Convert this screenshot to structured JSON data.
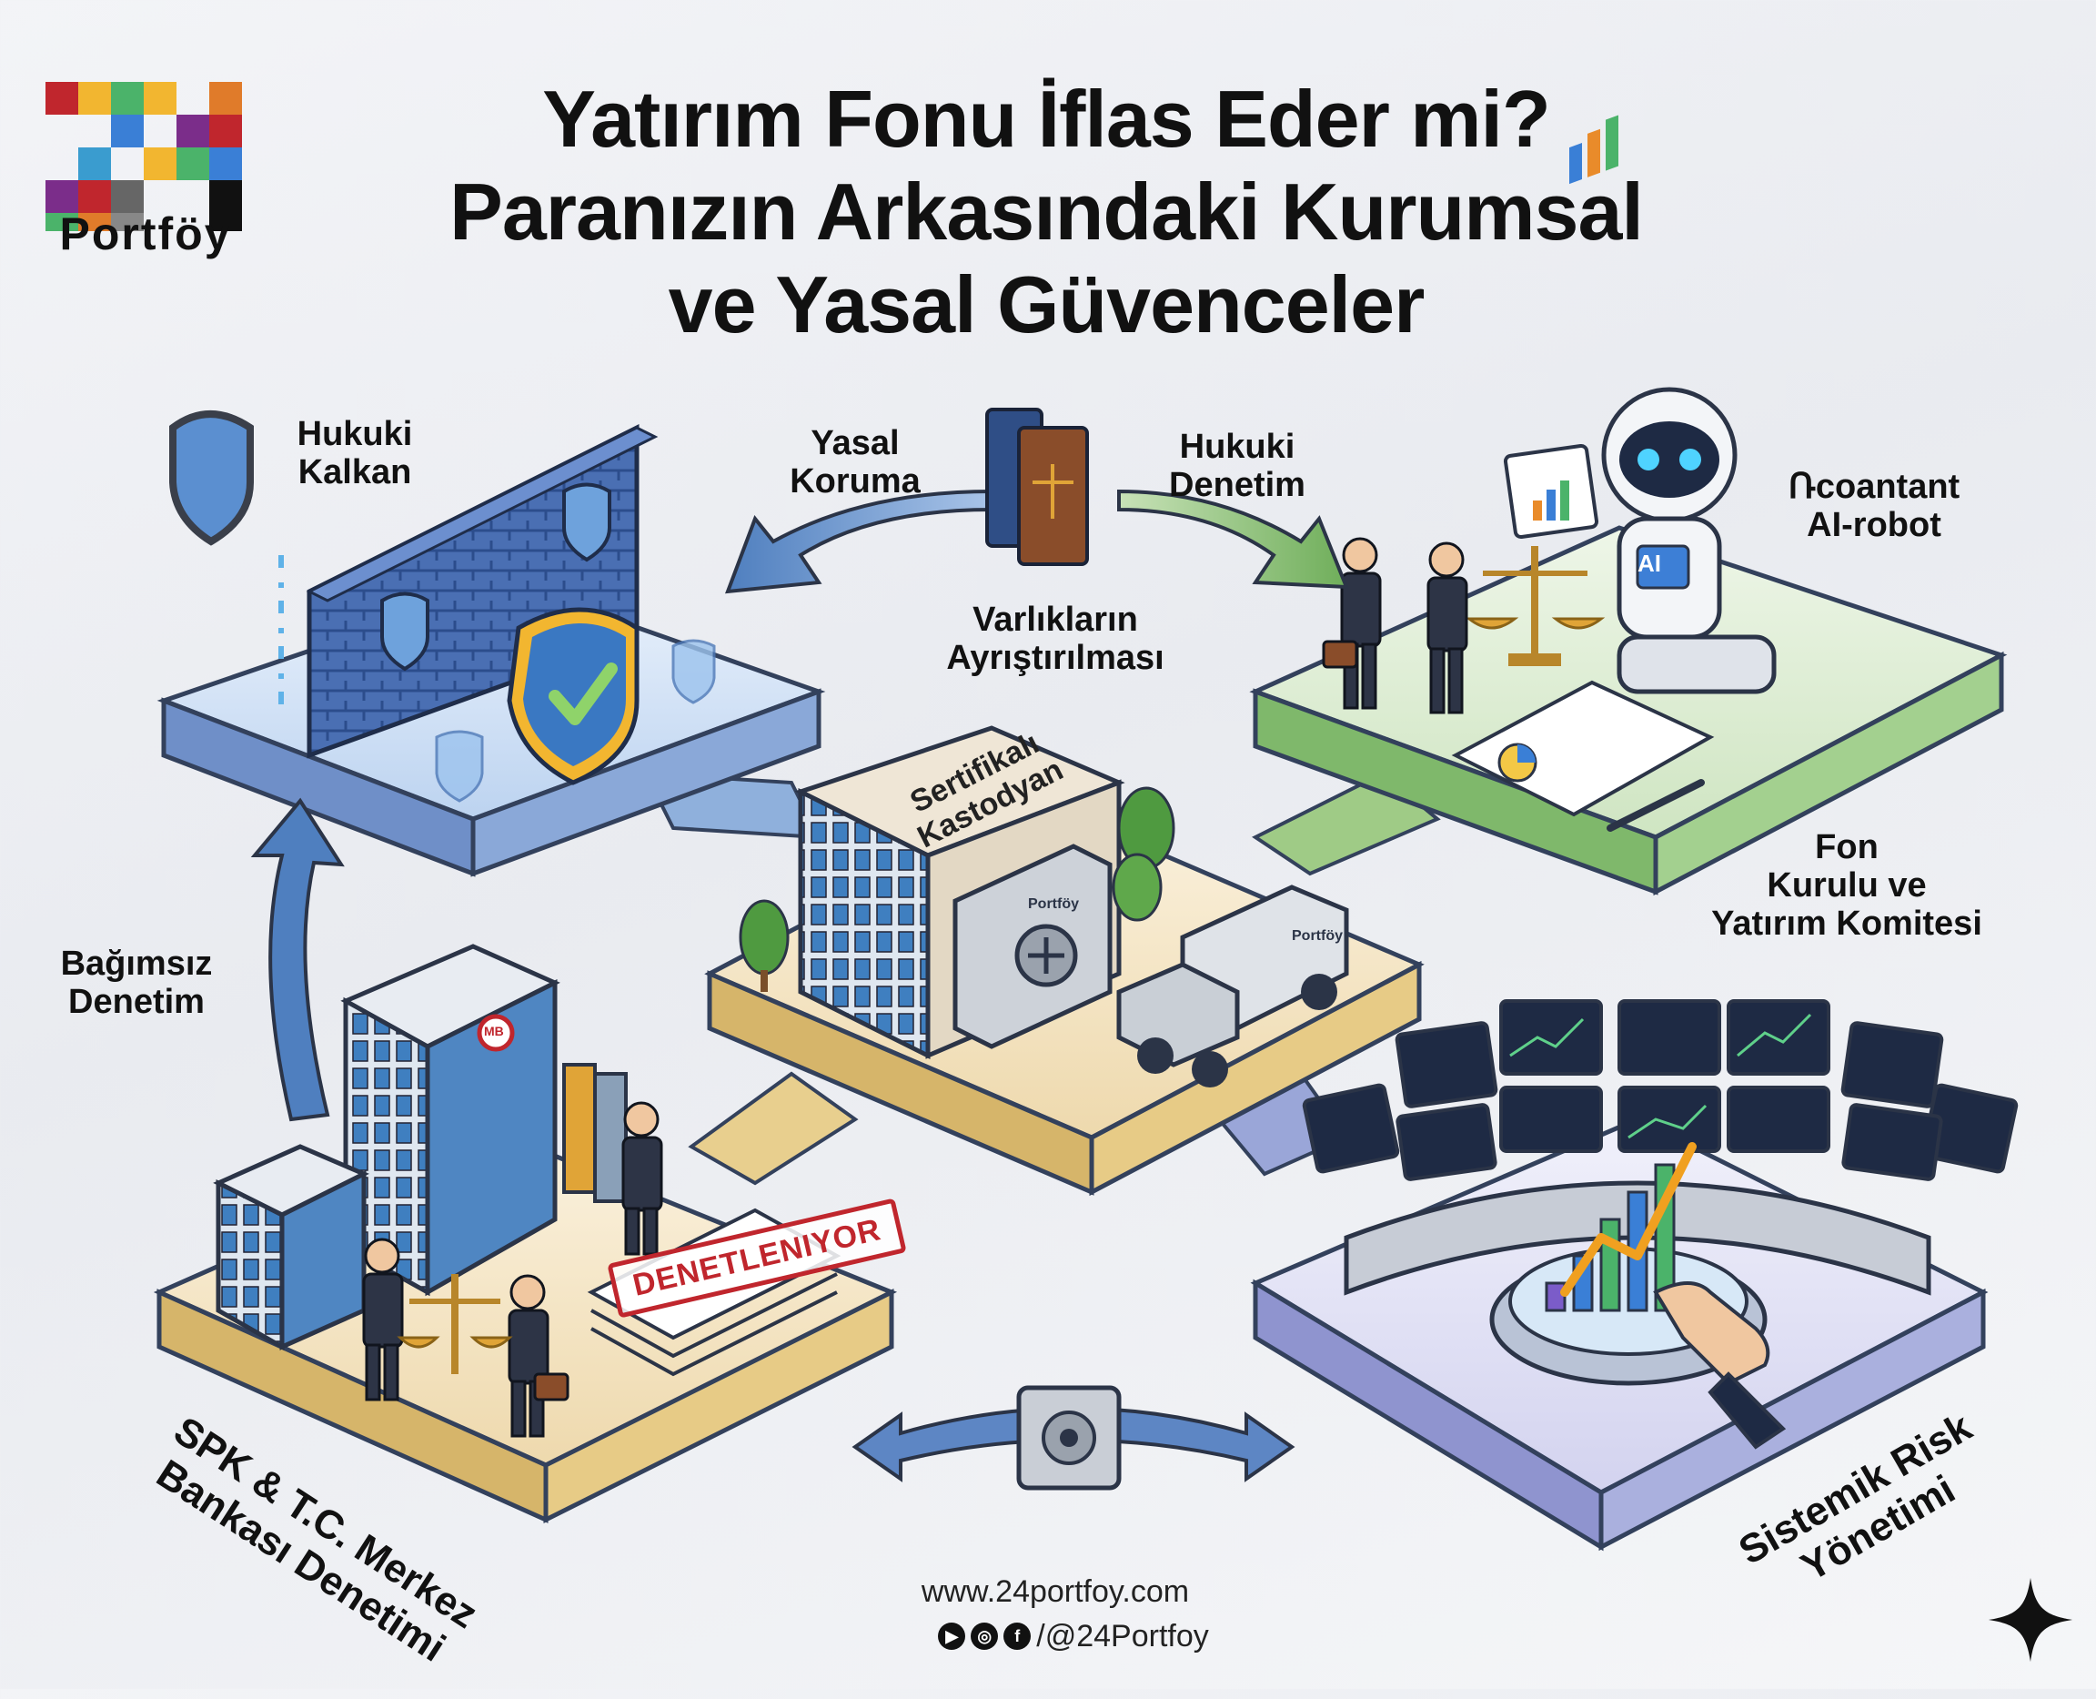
{
  "brand": {
    "name": "Portföy",
    "logo_mark": "24"
  },
  "title": {
    "line1": "Yatırım Fonu İflas Eder mi?",
    "line2": "Paranızın Arkasındaki Kurumsal",
    "line3": "ve Yasal Güvenceler"
  },
  "labels": {
    "hukuki_kalkan": "Hukuki\nKalkan",
    "yasal_koruma": "Yasal\nKoruma",
    "hukuki_denetim": "Hukuki\nDenetim",
    "ai_robot": "Ռcoantant\nAI-robot",
    "varliklarin": "Varlıkların\nAyrıştırılması",
    "fon_kurulu": "Fon\nKurulu ve\nYatırım Komitesi",
    "bagimsiz_denetim": "Bağımsız\nDenetim",
    "spk": "SPK & T.C. Merkez\nBankası Denetimi",
    "sistemik_risk": "Sistemik Risk\nYönetimi",
    "sertifikali_kastodyan": "Sertifikalı\nKastodyan",
    "denetleniyor": "DENETLENIYOR",
    "ai_badge": "AI",
    "truck_brand": "Portföy",
    "vault_brand": "Portföy",
    "bank_sign": "MB"
  },
  "footer": {
    "url": "www.24portfoy.com",
    "handle": "/@24Portfoy",
    "social_icons": [
      "youtube-icon",
      "instagram-icon",
      "facebook-icon"
    ]
  },
  "colors": {
    "blue_platform": "#c9dcf3",
    "green_platform": "#d6e9cc",
    "tan_platform": "#f3e2bd",
    "lavender_platform": "#dcdcf2",
    "accent_red": "#c0262d"
  }
}
